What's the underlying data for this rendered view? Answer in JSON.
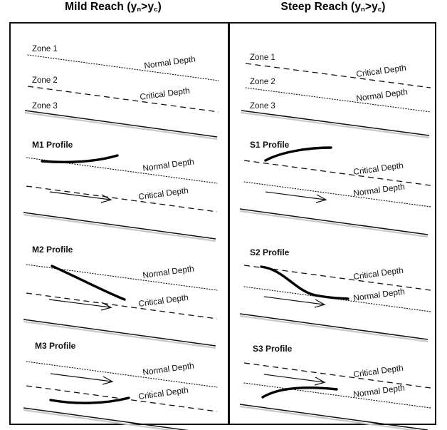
{
  "columns": [
    {
      "id": "mild",
      "title_main": "Mild Reach (y",
      "title_sub1": "n",
      "title_mid": ">y",
      "title_sub2": "c",
      "title_end": ")",
      "title_full": "Mild Reach (yn>yc)",
      "panels": [
        {
          "id": "mild-zones",
          "name": "zone-definition",
          "heading": "",
          "zone_labels": [
            "Zone 1",
            "Zone 2",
            "Zone 3"
          ],
          "upper_line_label": "Normal Depth",
          "upper_line_style": "dotted",
          "lower_line_label": "Critical Depth",
          "lower_line_style": "dashed",
          "has_flow_arrow": false,
          "has_profile_curve": false
        },
        {
          "id": "mild-m1",
          "name": "m1-profile",
          "heading": "M1 Profile",
          "zone_labels": [],
          "upper_line_label": "Normal Depth",
          "upper_line_style": "dotted",
          "lower_line_label": "Critical Depth",
          "lower_line_style": "dashed",
          "has_flow_arrow": true,
          "has_profile_curve": true,
          "curve_description": "rises from normal depth line upward into zone 1"
        },
        {
          "id": "mild-m2",
          "name": "m2-profile",
          "heading": "M2 Profile",
          "zone_labels": [],
          "upper_line_label": "Normal Depth",
          "upper_line_style": "dotted",
          "lower_line_label": "Critical Depth",
          "lower_line_style": "dashed",
          "has_flow_arrow": true,
          "has_profile_curve": true,
          "curve_description": "drops from normal depth down to critical depth in zone 2"
        },
        {
          "id": "mild-m3",
          "name": "m3-profile",
          "heading": "M3 Profile",
          "zone_labels": [],
          "upper_line_label": "Normal Depth",
          "upper_line_style": "dotted",
          "lower_line_label": "Critical Depth",
          "lower_line_style": "dashed",
          "has_flow_arrow": true,
          "has_profile_curve": true,
          "curve_description": "rises from bed in zone 3 up to critical depth"
        }
      ]
    },
    {
      "id": "steep",
      "title_main": "Steep Reach (y",
      "title_sub1": "n",
      "title_mid": ">y",
      "title_sub2": "c",
      "title_end": ")",
      "title_full": "Steep Reach (yn>yc)",
      "panels": [
        {
          "id": "steep-zones",
          "name": "zone-definition",
          "heading": "",
          "zone_labels": [
            "Zone 1",
            "Zone 2",
            "Zone 3"
          ],
          "upper_line_label": "Critical Depth",
          "upper_line_style": "dashed",
          "lower_line_label": "Normal Depth",
          "lower_line_style": "dotted",
          "has_flow_arrow": false,
          "has_profile_curve": false
        },
        {
          "id": "steep-s1",
          "name": "s1-profile",
          "heading": "S1 Profile",
          "zone_labels": [],
          "upper_line_label": "Critical Depth",
          "upper_line_style": "dashed",
          "lower_line_label": "Normal Depth",
          "lower_line_style": "dotted",
          "has_flow_arrow": true,
          "has_profile_curve": true,
          "curve_description": "rises steeply from critical depth line into zone 1"
        },
        {
          "id": "steep-s2",
          "name": "s2-profile",
          "heading": "S2 Profile",
          "zone_labels": [],
          "upper_line_label": "Critical Depth",
          "upper_line_style": "dashed",
          "lower_line_label": "Normal Depth",
          "lower_line_style": "dotted",
          "has_flow_arrow": true,
          "has_profile_curve": true,
          "curve_description": "descends from critical depth asymptotically to normal depth"
        },
        {
          "id": "steep-s3",
          "name": "s3-profile",
          "heading": "S3 Profile",
          "zone_labels": [],
          "upper_line_label": "Critical Depth",
          "upper_line_style": "dashed",
          "lower_line_label": "Normal Depth",
          "lower_line_style": "dotted",
          "has_flow_arrow": true,
          "has_profile_curve": true,
          "curve_description": "rises from channel bed up to normal depth"
        }
      ]
    }
  ],
  "chart_data": {
    "type": "diagram",
    "title": "Gradually Varied Flow Water Surface Profiles",
    "diagram_kind": "open-channel-flow-profile-classification",
    "slope_degrees": -7.5,
    "line_styles": {
      "normal_depth": "dotted",
      "critical_depth": "dashed",
      "channel_bed": "solid-thick",
      "water_surface_profile": "solid-very-thick"
    },
    "colors": {
      "ink": "#111111",
      "background": "#ffffff",
      "shadow": "#c9c9c9"
    }
  }
}
